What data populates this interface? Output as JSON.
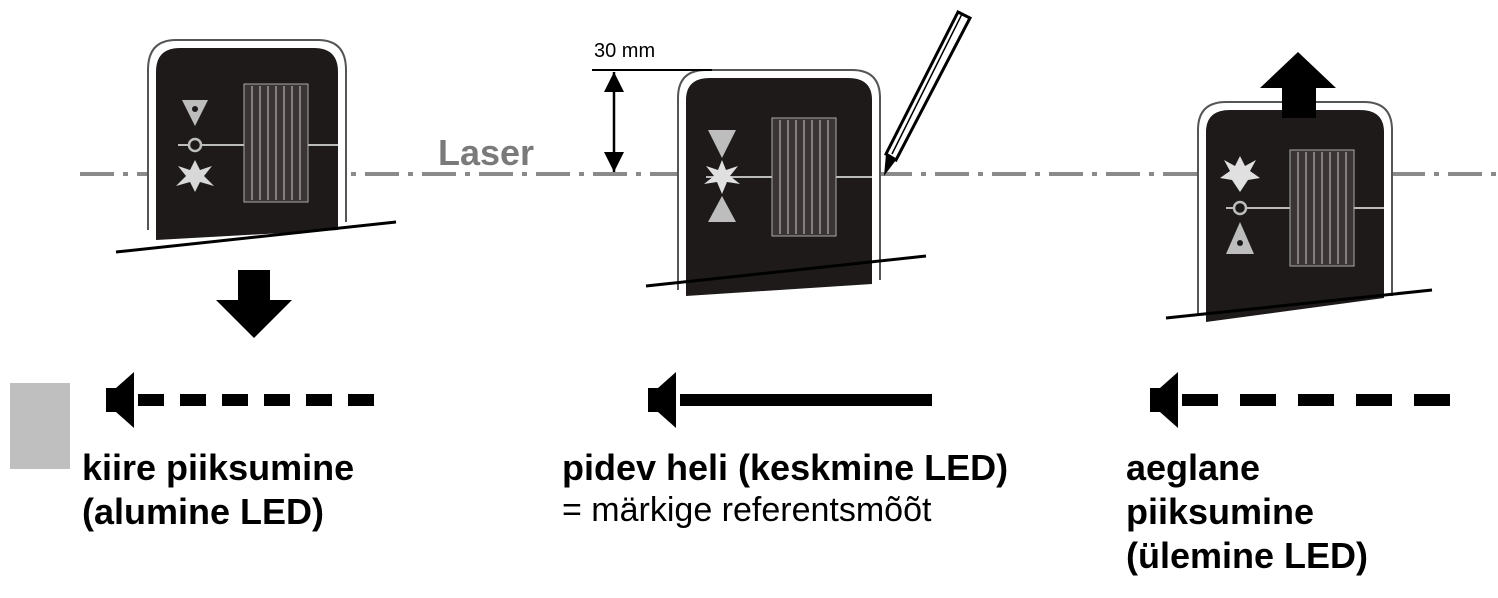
{
  "diagram": {
    "laser_label": "Laser",
    "dimension_label": "30 mm",
    "states": [
      {
        "id": "fast",
        "title_lines": [
          "kiire piiksumine",
          "(alumine LED)"
        ],
        "note": "",
        "sound_pattern": "short-dashes",
        "arrow": "down",
        "lit_led": "bottom"
      },
      {
        "id": "continuous",
        "title_lines": [
          "pidev heli (keskmine LED)"
        ],
        "note": "= märkige referentsmõõt",
        "sound_pattern": "solid",
        "arrow": "none",
        "lit_led": "middle"
      },
      {
        "id": "slow",
        "title_lines": [
          "aeglane",
          "piiksumine",
          "(ülemine LED)"
        ],
        "note": "",
        "sound_pattern": "long-dashes",
        "arrow": "up",
        "lit_led": "top"
      }
    ],
    "colors": {
      "device": "#1e1a1a",
      "laser": "#8a8a8a",
      "accent_block": "#bfbfbf",
      "led": "#bdbdbd"
    }
  }
}
